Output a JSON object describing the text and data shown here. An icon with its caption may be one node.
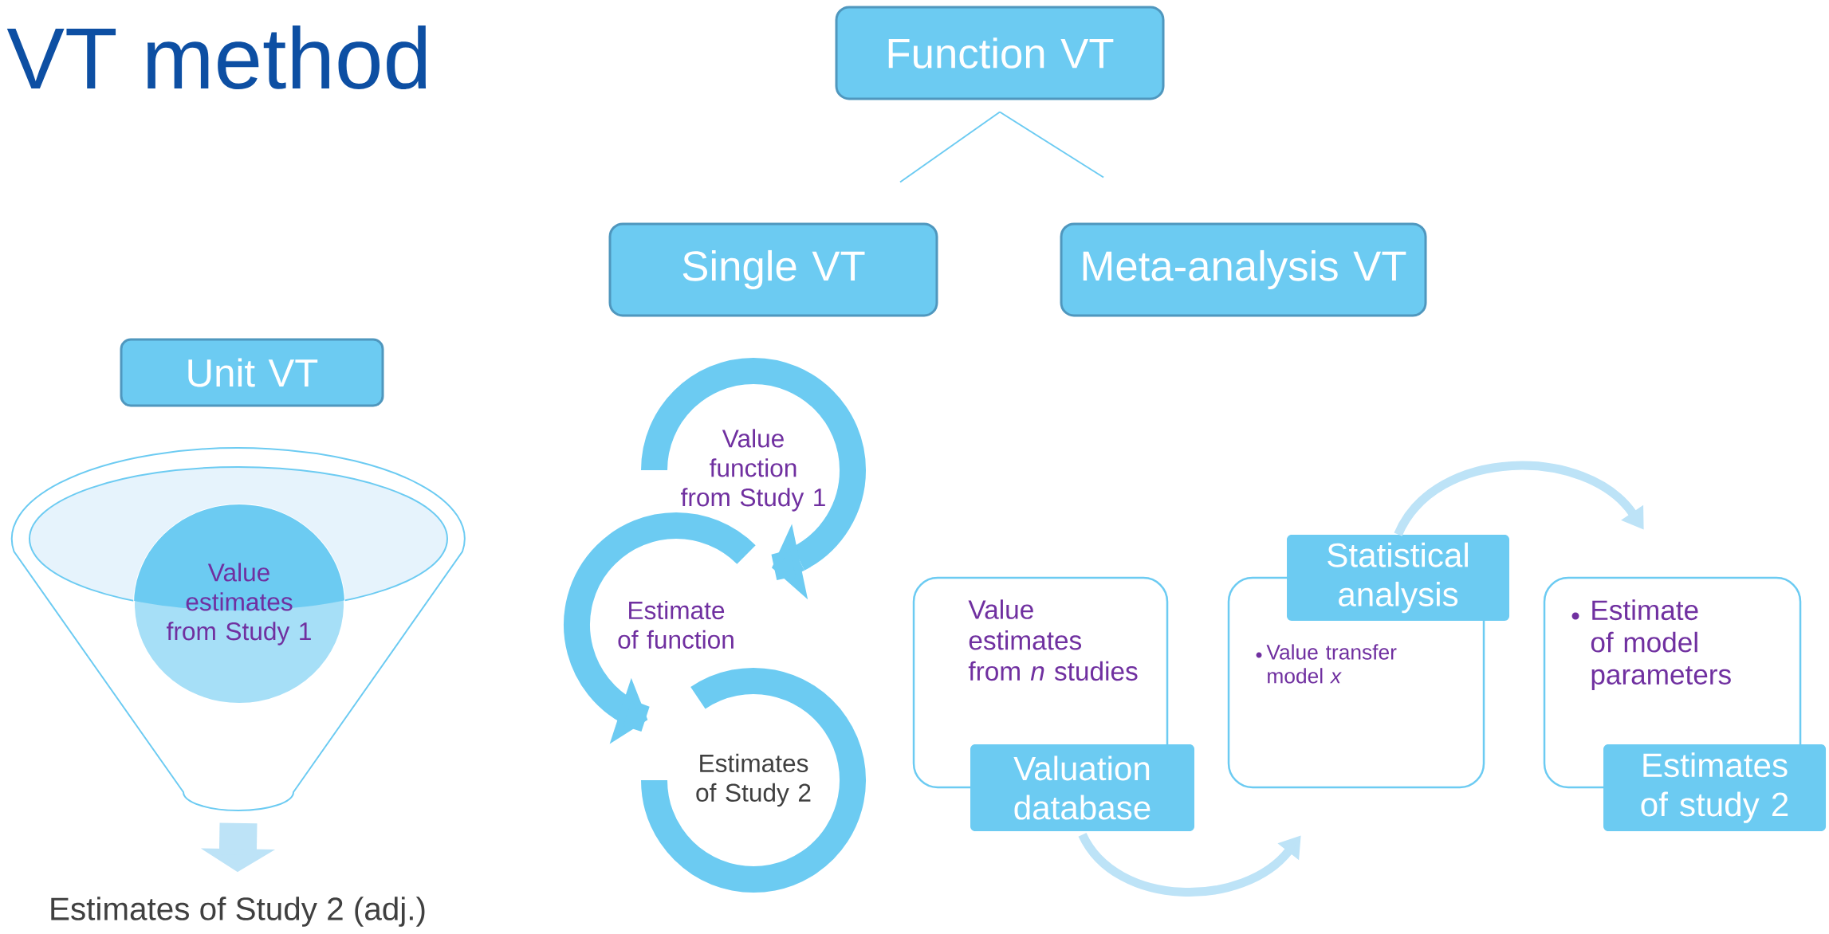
{
  "diagram": {
    "title": "VT method",
    "nodes": [
      {
        "text": [
          "Function VT"
        ]
      },
      {
        "text": [
          "Single VT"
        ]
      },
      {
        "text": [
          "Meta-analysis VT"
        ]
      },
      {
        "text": [
          "Unit VT"
        ]
      },
      {
        "text": [],
        "shape": "funnel"
      },
      {
        "text": [
          "Value estimates from Study 1"
        ],
        "in": 4
      },
      {
        "text": [
          "Estimates of Study 2 (adj.)"
        ]
      },
      {
        "text": [
          "Value function from Study 1"
        ]
      },
      {
        "text": [
          "Estimate of function"
        ]
      },
      {
        "text": [
          "Estimates of Study 2"
        ]
      },
      {
        "text": [
          "Value estimates from *n* studies"
        ]
      },
      {
        "text": [
          "Valuation database"
        ]
      },
      {
        "text": [
          "Value transfer model *x*"
        ]
      },
      {
        "text": [
          "Statistical analysis"
        ]
      },
      {
        "text": [
          "Estimate of model parameters"
        ]
      },
      {
        "text": [
          "Estimates of study 2"
        ]
      }
    ],
    "edges": [
      {
        "from": 0,
        "to": 1,
        "arrow": "none"
      },
      {
        "from": 0,
        "to": 2,
        "arrow": "none"
      },
      {
        "from": 4,
        "to": 6,
        "arrow": "to",
        "style": "thick",
        "color": "#bde3f7"
      },
      {
        "from": 7,
        "to": 8,
        "arrow": "to",
        "style": "thick"
      },
      {
        "from": 8,
        "to": 9,
        "arrow": "to",
        "style": "thick"
      },
      {
        "from": 11,
        "to": 12,
        "arrow": "to",
        "color": "#bde3f7"
      },
      {
        "from": 13,
        "to": 14,
        "arrow": "to",
        "color": "#bde3f7"
      }
    ]
  }
}
